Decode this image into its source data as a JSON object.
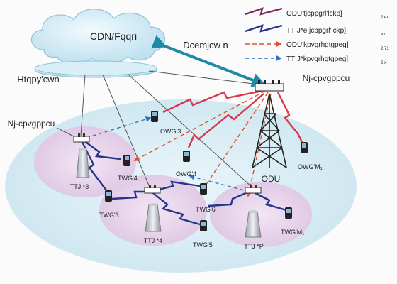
{
  "diagram": {
    "cloud_label": "CDN/Fqqri",
    "wireless_link_label": "Dcemjcw n",
    "hub_label": "Htqpy'cwn",
    "macro_antenna_label": "Nj-cpvgppcu",
    "left_antenna_label": "Nj-cpvgppcu",
    "bs_label": "ODU",
    "ue_labels": {
      "ow3": "OWG'3",
      "tw4": "TWG'4",
      "tw3": "TWG'3",
      "ow4": "OWG'4",
      "tw6": "TWG'6",
      "tw5": "TWG'5",
      "ownm": "OWG'M₁",
      "twm": "TWG'M₁"
    },
    "tower_labels": {
      "t3": "TTJ *3",
      "t4": "TTJ *4",
      "tp": "TTJ *P"
    }
  },
  "legend": {
    "items": [
      {
        "label": "ODU'tjcppgrl'lckp]",
        "sub": "2.ex",
        "color": "#7a2a64",
        "style": "zigzag-solid"
      },
      {
        "label": "TT J*e jcppgrl'lckp]",
        "sub": "ex",
        "color": "#25358a",
        "style": "zigzag-solid"
      },
      {
        "label": "ODU'kpvgrhgtgpeg]",
        "sub": "2.71",
        "color": "#e0502a",
        "style": "dashed-arrow"
      },
      {
        "label": "TT J*kpvgrhgtgpeg]",
        "sub": "2.x",
        "color": "#2d6fc6",
        "style": "dashed-arrow"
      }
    ]
  },
  "colors": {
    "red_link": "#d8364a",
    "blue_link": "#25358a",
    "teal_link": "#1f8aa6",
    "ellipse_bg": "#d6ecf3",
    "small_cell_bg": "#e8d7ec"
  }
}
